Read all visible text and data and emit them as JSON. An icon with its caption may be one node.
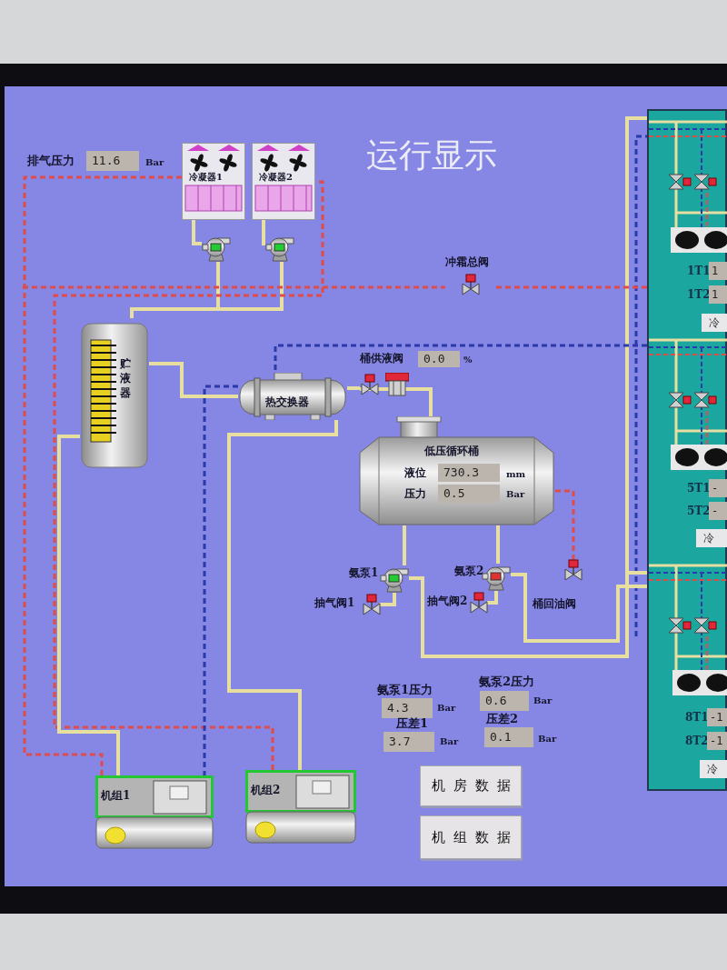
{
  "diagram": {
    "title": "运行显示",
    "nodes": [
      {
        "text": [
          "冷凝器1"
        ]
      },
      {
        "text": [
          "冷凝器2"
        ]
      },
      {
        "text": [],
        "shape": "picture"
      },
      {
        "text": [],
        "shape": "picture"
      },
      {
        "text": [
          "贮液器"
        ]
      },
      {
        "text": [
          "冲霜总阀"
        ]
      },
      {
        "text": [
          "热交换器"
        ]
      },
      {
        "text": [
          "桶供液阀"
        ],
        "beside": [
          "0.0",
          "%"
        ]
      },
      {
        "text": [
          "低压循环桶",
          "液位",
          "730.3",
          "mm",
          "压力",
          "0.5",
          "Bar"
        ]
      },
      {
        "text": [
          "氨泵1"
        ]
      },
      {
        "text": [
          "抽气阀1"
        ]
      },
      {
        "text": [
          "氨泵2"
        ]
      },
      {
        "text": [
          "抽气阀2"
        ]
      },
      {
        "text": [
          "桶回油阀"
        ]
      },
      {
        "text": [
          "机组1"
        ]
      },
      {
        "text": [
          "机组2"
        ]
      },
      {
        "text": [
          "机房数据"
        ]
      },
      {
        "text": [
          "机组数据"
        ]
      },
      {
        "text": [],
        "shape": "box"
      },
      {
        "text": [],
        "shape": "picture",
        "in": 18
      },
      {
        "text": [],
        "shape": "picture",
        "in": 18
      },
      {
        "text": [],
        "shape": "picture",
        "in": 18
      }
    ],
    "edges": [
      {
        "from": 0,
        "to": 2,
        "arrow": "none"
      },
      {
        "from": 1,
        "to": 3,
        "arrow": "none"
      },
      {
        "from": 2,
        "to": 4,
        "arrow": "none"
      },
      {
        "from": 3,
        "to": 4,
        "arrow": "none"
      },
      {
        "from": 14,
        "to": 0,
        "arrow": "none",
        "style": "dashed",
        "color": "#e04c4c"
      },
      {
        "from": 15,
        "to": 1,
        "arrow": "none",
        "style": "dashed",
        "color": "#e04c4c"
      },
      {
        "from": 5,
        "to": 18,
        "arrow": "none",
        "style": "dashed",
        "color": "#e04c4c"
      },
      {
        "from": 4,
        "to": 6,
        "arrow": "none"
      },
      {
        "from": 6,
        "to": 7,
        "arrow": "none"
      },
      {
        "from": 7,
        "to": 8,
        "arrow": "none"
      },
      {
        "from": 8,
        "to": 9,
        "arrow": "none"
      },
      {
        "from": 8,
        "to": 11,
        "arrow": "none"
      },
      {
        "from": 10,
        "to": 9,
        "arrow": "none"
      },
      {
        "from": 12,
        "to": 11,
        "arrow": "none"
      },
      {
        "from": 9,
        "to": 18,
        "arrow": "none"
      },
      {
        "from": 11,
        "to": 18,
        "arrow": "none"
      },
      {
        "from": 13,
        "to": 8,
        "arrow": "none",
        "style": "dashed",
        "color": "#e04c4c"
      },
      {
        "from": 18,
        "to": 6,
        "arrow": "none",
        "style": "dashed",
        "color": "#2a3aa8"
      },
      {
        "from": 6,
        "to": 14,
        "arrow": "none",
        "style": "dashed",
        "color": "#2a3aa8"
      },
      {
        "from": 6,
        "to": 15,
        "arrow": "none"
      },
      {
        "from": 4,
        "to": 14,
        "arrow": "none"
      },
      {
        "from": null,
        "to": 5,
        "arrow": "none",
        "style": "dashed",
        "color": "#e04c4c"
      }
    ],
    "labels": [
      "排气压力",
      "11.6",
      "Bar",
      "氨泵1压力",
      "4.3",
      "Bar",
      "压差1",
      "3.7",
      "Bar",
      "氨泵2压力",
      "0.6",
      "Bar",
      "压差2",
      "0.1",
      "Bar",
      "1T1",
      "1",
      "1T2",
      "1",
      "冷",
      "5T1",
      "-",
      "5T2",
      "-",
      "冷",
      "8T1",
      "-1",
      "8T2",
      "-1",
      "冷"
    ]
  }
}
